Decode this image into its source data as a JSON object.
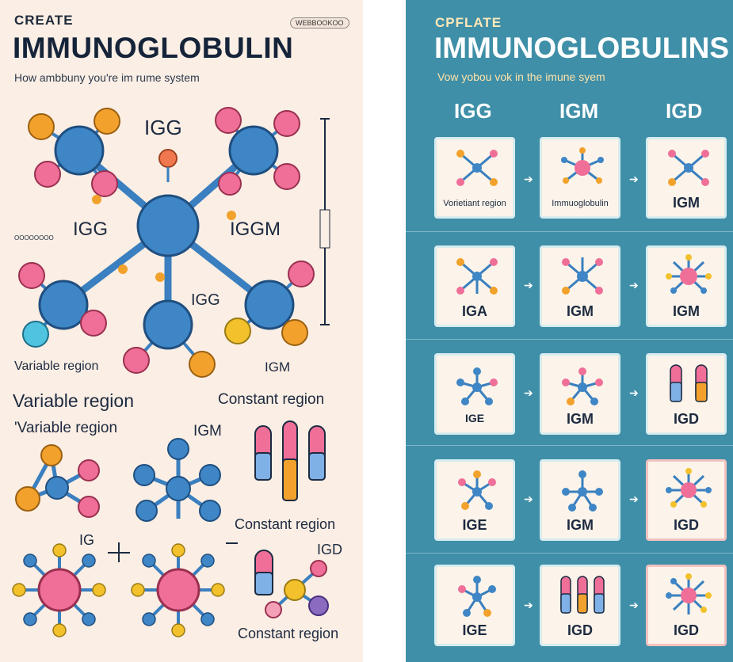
{
  "left": {
    "create": "CREATE",
    "title": "IMMUNOGLOBULIN",
    "subtitle": "How ambbuny you're im rume system",
    "badge": "WEBBOOKOO",
    "labels": {
      "igg_top": "IGG",
      "igg_left": "IGG",
      "iggm": "IGGM",
      "igg_mid": "IGG",
      "igm_lower": "IGM",
      "tiny_left": "OOOOOOOO",
      "variable_small": "Variable region",
      "variable_big": "Variable region",
      "variable_quote": "'Variable region",
      "constant_top": "Constant region",
      "igm_mid": "IGM",
      "constant_mid": "Constant region",
      "ig": "IG",
      "igd": "IGD",
      "constant_bottom": "Constant region"
    }
  },
  "right": {
    "create": "CPFLATE",
    "title": "IMMUNOGLOBULINS",
    "subtitle": "Vow yobou vok in the imune syem",
    "headers": [
      "IGG",
      "IGM",
      "IGD"
    ],
    "rows": [
      [
        "Vorietiant region",
        "Immuoglobulin",
        "IGM"
      ],
      [
        "IGA",
        "IGM",
        "IGM"
      ],
      [
        "IGE",
        "IGM",
        "IGD"
      ],
      [
        "IGE",
        "IGM",
        "IGD"
      ],
      [
        "IGE",
        "IGD",
        "IGD"
      ]
    ]
  },
  "colors": {
    "blue": "#3f86c6",
    "pink": "#ef6f98",
    "orange": "#f2a22c",
    "teal": "#3f8fa8",
    "cream": "#fbeee4"
  }
}
